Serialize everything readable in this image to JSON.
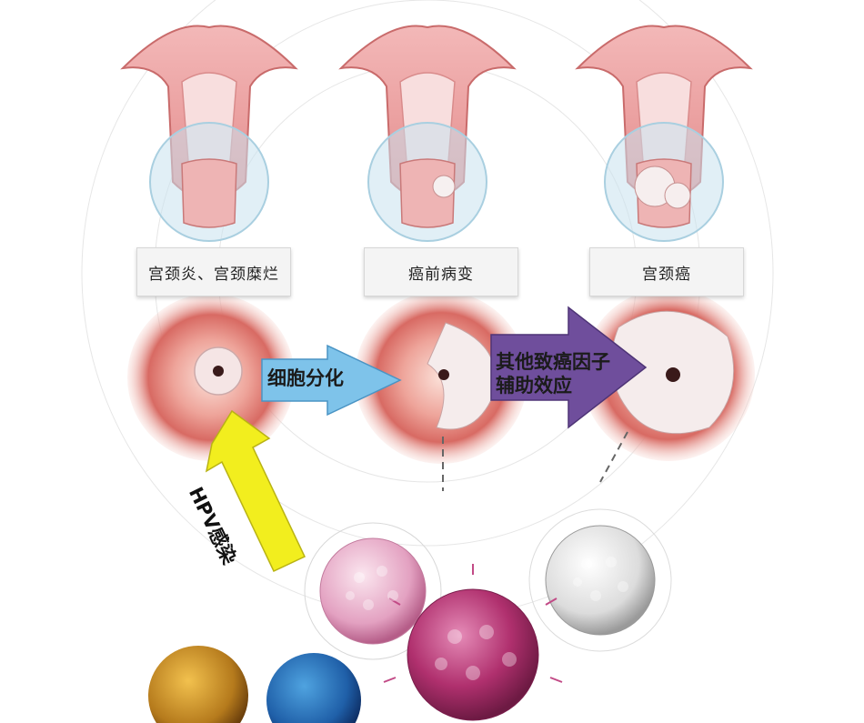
{
  "stages": [
    {
      "label": "宫颈炎、宫颈糜烂"
    },
    {
      "label": "癌前病变"
    },
    {
      "label": "宫颈癌"
    }
  ],
  "arrows": {
    "differentiation": "细胞分化",
    "other_factors_line1": "其他致癌因子",
    "other_factors_line2": "辅助效应",
    "hpv_infection": "HPV感染"
  },
  "colors": {
    "blue_arrow": "#7ec3ea",
    "purple_arrow": "#6f4e9c",
    "yellow_arrow": "#f2ee1e",
    "tissue_pink": "#e58b8b",
    "virus_magenta": "#b0306e"
  }
}
